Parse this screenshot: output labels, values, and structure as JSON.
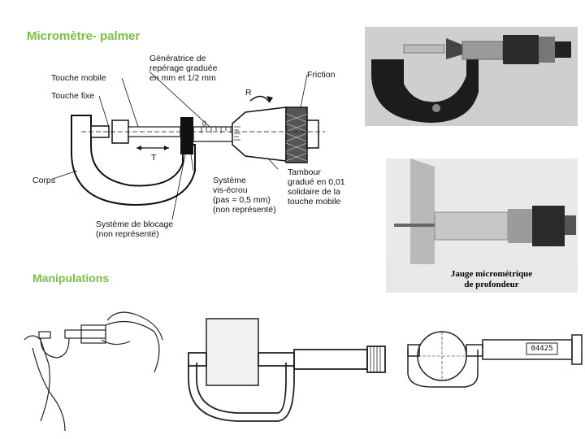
{
  "title": "Micromètre- palmer",
  "section_title": "Manipulations",
  "diagram": {
    "labels": {
      "touche_mobile": "Touche mobile",
      "touche_fixe": "Touche fixe",
      "corps": "Corps",
      "generatrice_1": "Génératrice de",
      "generatrice_2": "repérage graduée",
      "generatrice_3": "en mm et 1/2 mm",
      "friction": "Friction",
      "r": "R",
      "t": "T",
      "zero": "0",
      "systeme_1": "Système",
      "systeme_2": "vis-écrou",
      "systeme_3": "(pas = 0,5 mm)",
      "systeme_4": "(non représenté)",
      "tambour_1": "Tambour",
      "tambour_2": "gradué en 0,01",
      "tambour_3": "solidaire de la",
      "tambour_4": "touche mobile",
      "blocage_1": "Système de blocage",
      "blocage_2": "(non représenté)"
    }
  },
  "photos": {
    "depth_caption_1": "Jauge micrométrique",
    "depth_caption_2": "de profondeur",
    "digital_readout": "04425"
  }
}
